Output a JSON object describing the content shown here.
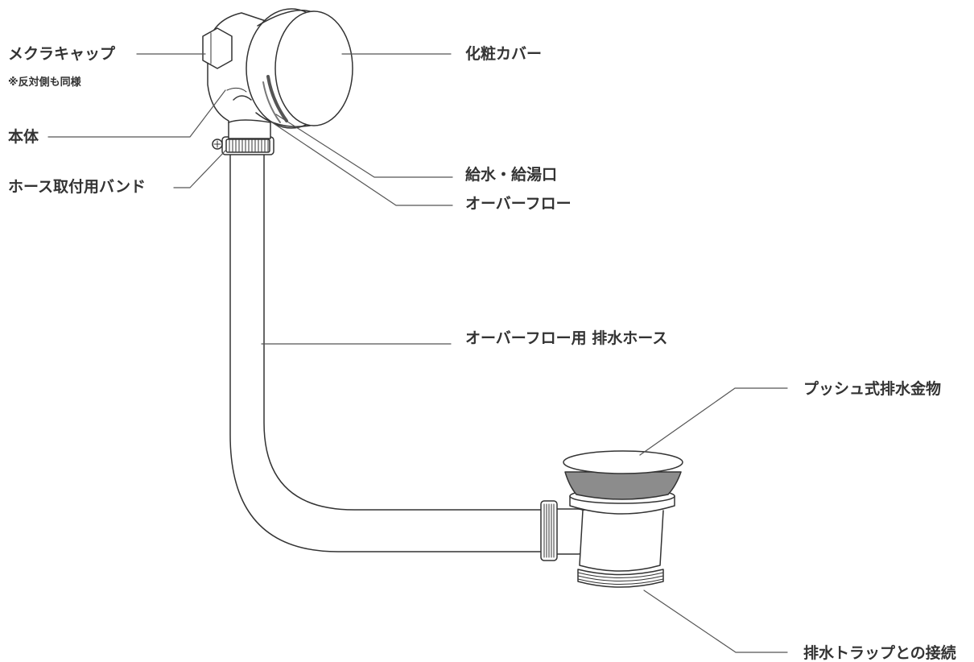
{
  "labels": {
    "cap": "メクラキャップ",
    "cap_note": "※反対側も同様",
    "body": "本体",
    "band": "ホース取付用バンド",
    "cover": "化粧カバー",
    "supply": "給水・給湯口",
    "overflow": "オーバーフロー",
    "hose": "オーバーフロー用 排水ホース",
    "push_drain": "プッシュ式排水金物",
    "trap": "排水トラップとの接続"
  },
  "colors": {
    "text": "#333333",
    "line": "#555555",
    "outline": "#333333",
    "stopper_gray": "#8c8c8c",
    "fill": "#ffffff"
  }
}
